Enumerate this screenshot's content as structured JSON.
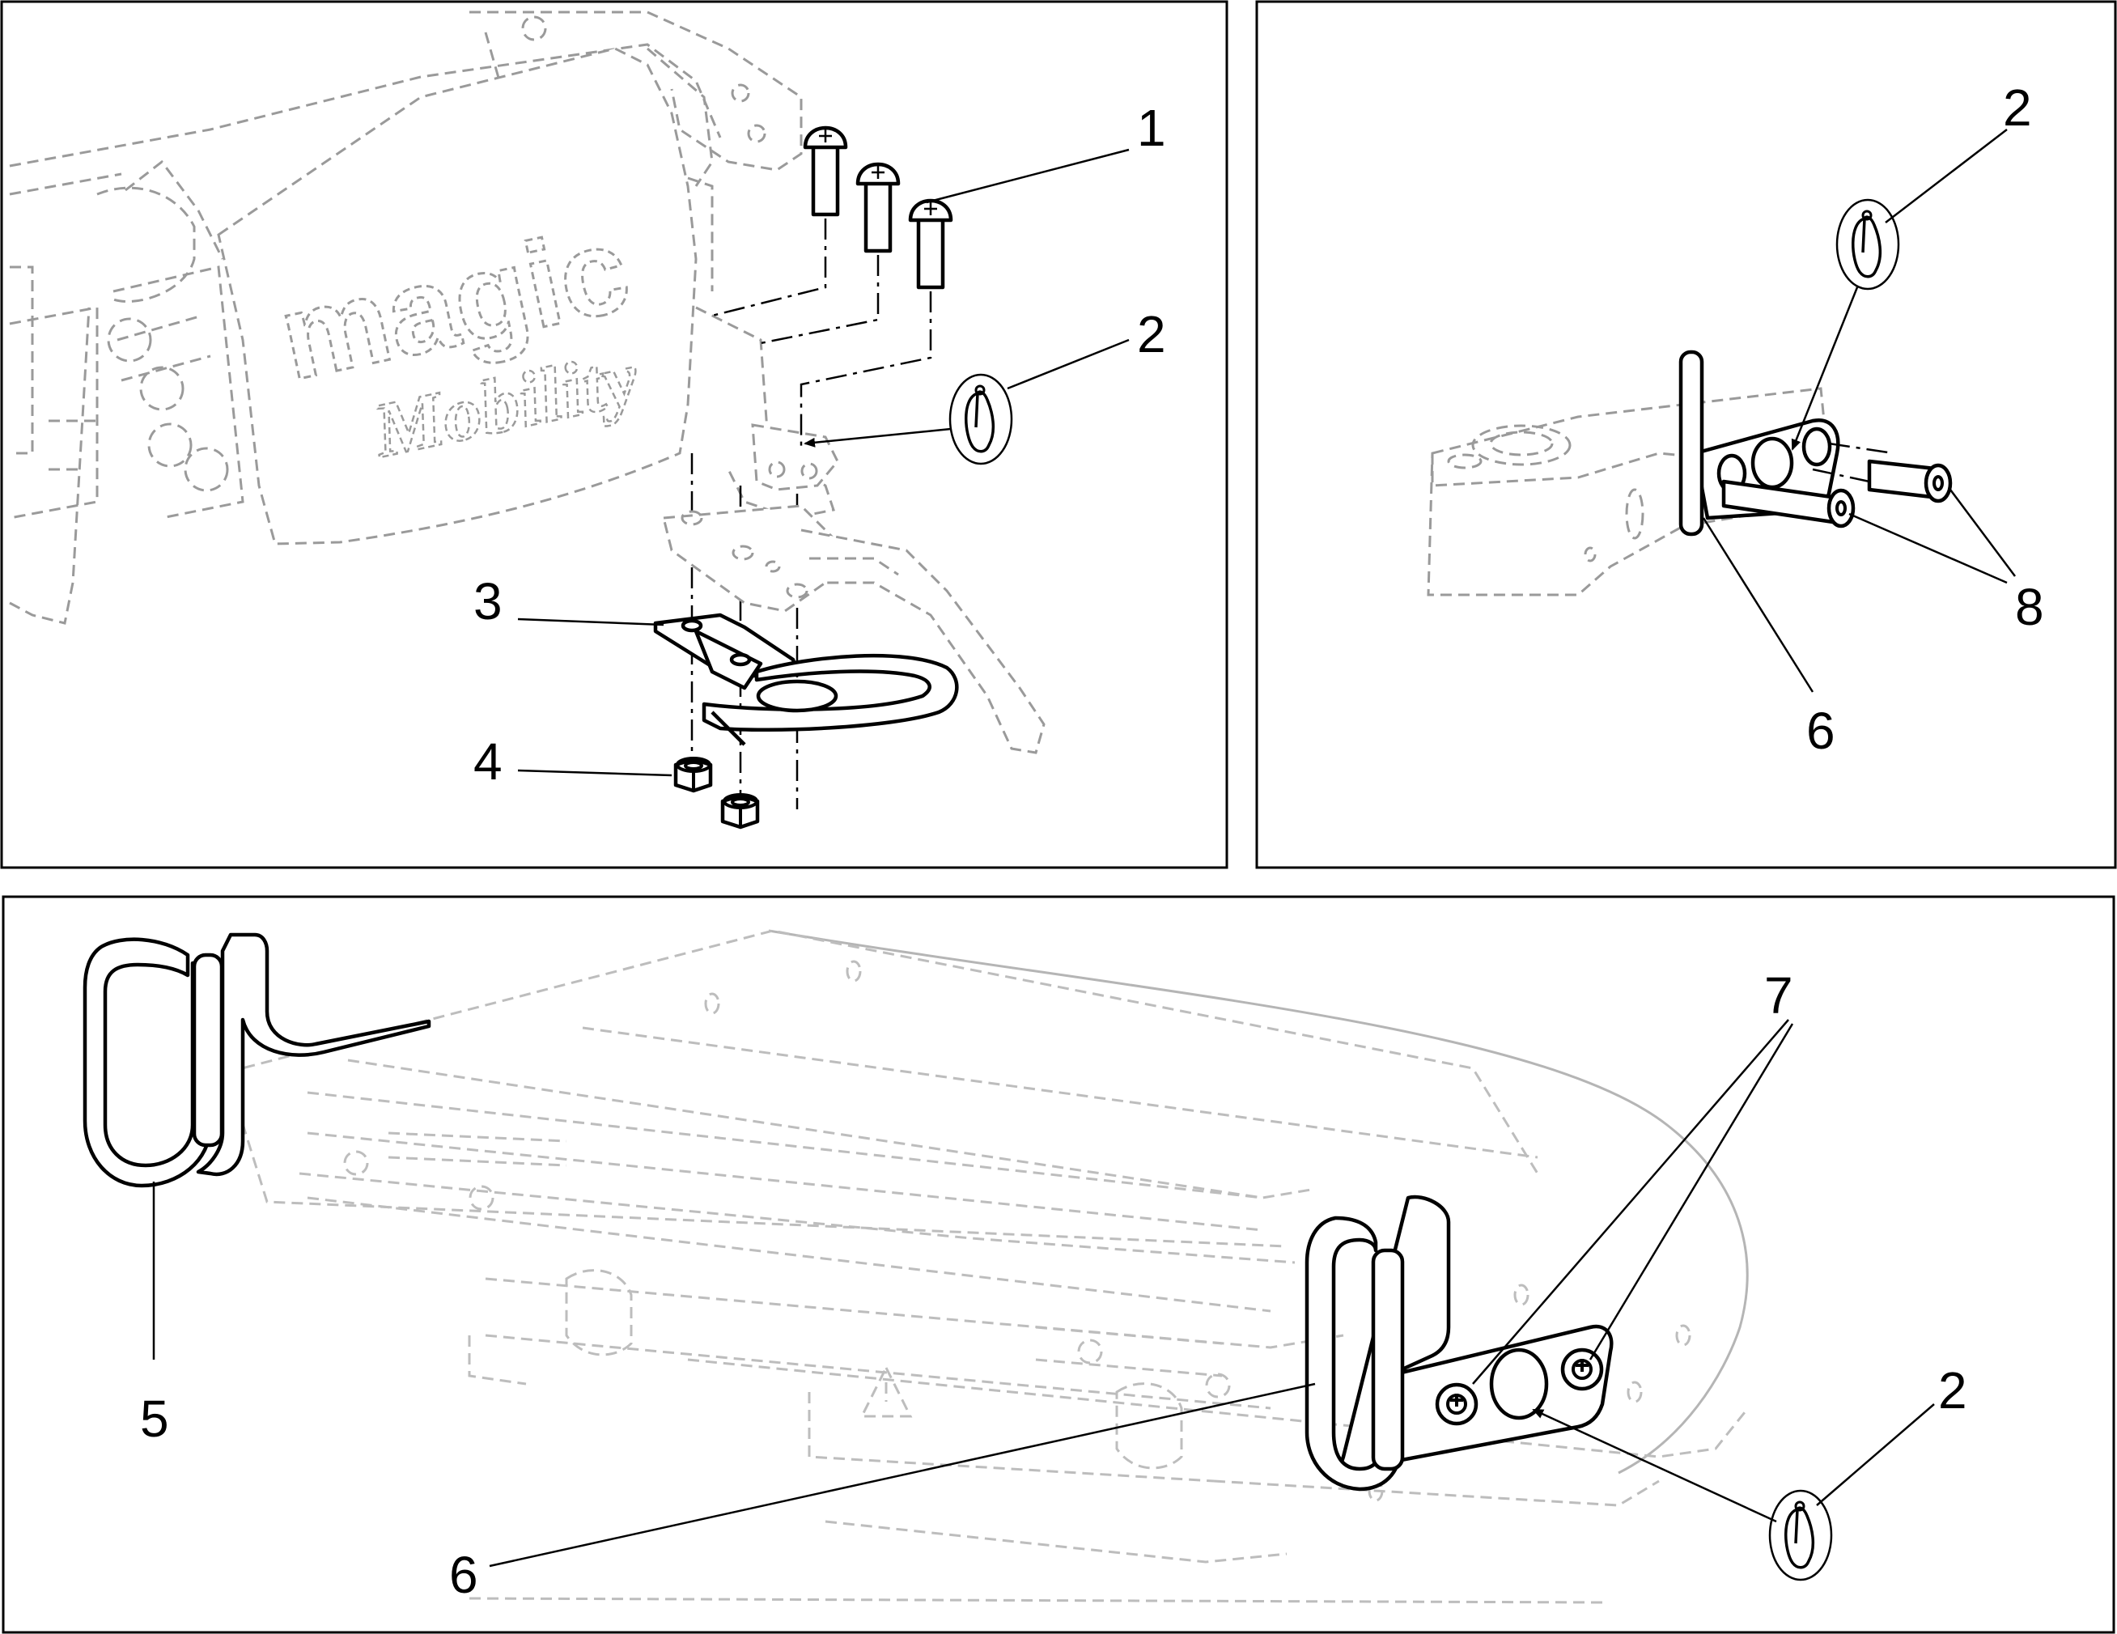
{
  "panels": {
    "top_left": {
      "brand": {
        "line1": "magic",
        "line2": "Mobility"
      },
      "callouts": [
        "1",
        "2",
        "3",
        "4"
      ]
    },
    "top_right": {
      "callouts": [
        "2",
        "6",
        "8"
      ]
    },
    "bottom": {
      "callouts": [
        "5",
        "6",
        "7",
        "2"
      ]
    }
  },
  "icons": {
    "lynch_pin": "lynch-pin-icon",
    "warning": "warning-triangle-icon"
  }
}
